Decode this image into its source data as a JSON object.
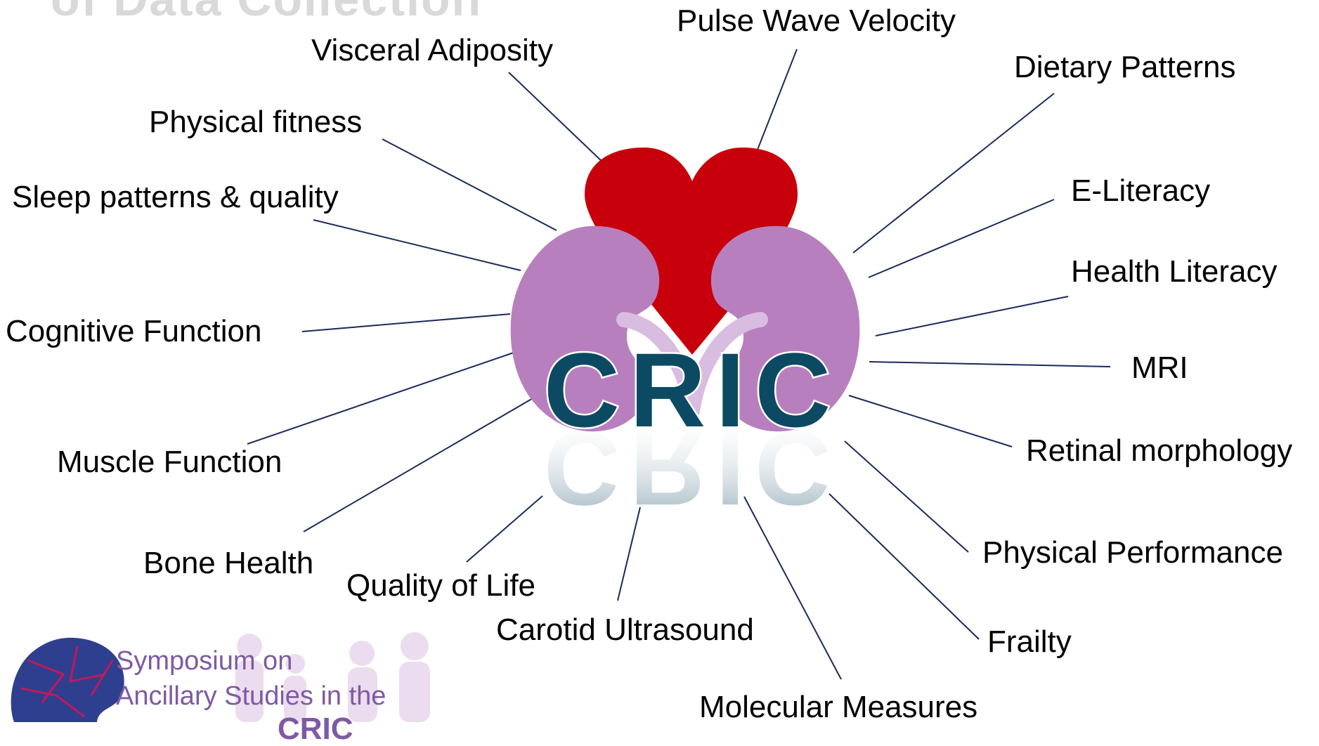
{
  "header": {
    "title_fragment": "of Data Collection"
  },
  "center_logo": {
    "text": "CRIC",
    "heart_color": "#c8000c",
    "kidney_color": "#b87fbe",
    "text_color": "#0c4a63"
  },
  "domains": [
    {
      "id": "pulse-wave-velocity",
      "label": "Pulse Wave Velocity"
    },
    {
      "id": "visceral-adiposity",
      "label": "Visceral Adiposity"
    },
    {
      "id": "dietary-patterns",
      "label": "Dietary Patterns"
    },
    {
      "id": "physical-fitness",
      "label": "Physical fitness"
    },
    {
      "id": "e-literacy",
      "label": "E-Literacy"
    },
    {
      "id": "sleep-patterns",
      "label": "Sleep patterns & quality"
    },
    {
      "id": "health-literacy",
      "label": "Health Literacy"
    },
    {
      "id": "cognitive-function",
      "label": "Cognitive Function"
    },
    {
      "id": "mri",
      "label": "MRI"
    },
    {
      "id": "retinal-morphology",
      "label": "Retinal morphology"
    },
    {
      "id": "muscle-function",
      "label": "Muscle Function"
    },
    {
      "id": "physical-performance",
      "label": "Physical Performance"
    },
    {
      "id": "bone-health",
      "label": "Bone Health"
    },
    {
      "id": "quality-of-life",
      "label": "Quality of Life"
    },
    {
      "id": "frailty",
      "label": "Frailty"
    },
    {
      "id": "carotid-ultrasound",
      "label": "Carotid Ultrasound"
    },
    {
      "id": "molecular-measures",
      "label": "Molecular Measures"
    }
  ],
  "footer_logo": {
    "line1": "Symposium on",
    "line2": "Ancillary Studies in the",
    "brand_text": "CRIC",
    "brand_color": "#7e5aa3"
  }
}
